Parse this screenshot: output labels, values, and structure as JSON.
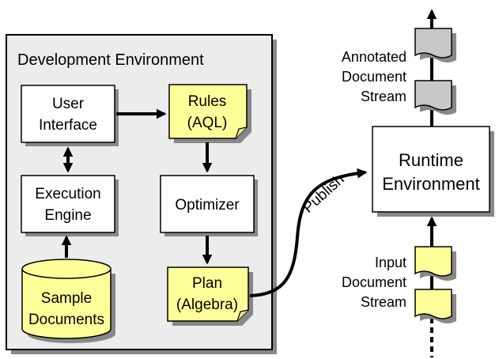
{
  "dev_env": {
    "title": "Development Environment"
  },
  "boxes": {
    "user_interface": [
      "User",
      "Interface"
    ],
    "execution_engine": [
      "Execution",
      "Engine"
    ],
    "optimizer": [
      "Optimizer"
    ],
    "rules": [
      "Rules",
      "(AQL)"
    ],
    "plan": [
      "Plan",
      "(Algebra)"
    ],
    "sample_documents": [
      "Sample",
      "Documents"
    ],
    "runtime": [
      "Runtime",
      "Environment"
    ]
  },
  "publish_label": "Publish",
  "streams": {
    "annotated": [
      "Annotated",
      "Document",
      "Stream"
    ],
    "input": [
      "Input",
      "Document",
      "Stream"
    ]
  },
  "colors": {
    "dev_bg": "#ececec",
    "yellow": "#ffff99",
    "gray_doc": "#c8c8c8",
    "shadow": "#888888"
  }
}
